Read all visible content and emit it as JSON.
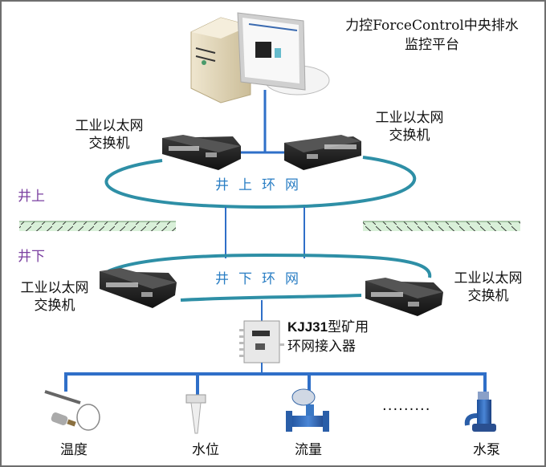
{
  "title": {
    "line1": "力控ForceControl中央排水",
    "line2": "监控平台"
  },
  "zones": {
    "above": "井上",
    "below": "井下"
  },
  "rings": {
    "upper": "井上环网",
    "lower": "井下环网"
  },
  "switches": [
    {
      "line1": "工业以太网",
      "line2": "交换机"
    },
    {
      "line1": "工业以太网",
      "line2": "交换机"
    },
    {
      "line1": "工业以太网",
      "line2": "交换机"
    },
    {
      "line1": "工业以太网",
      "line2": "交换机"
    }
  ],
  "accessor": {
    "model": "KJJ31",
    "line1_rest": "型矿用",
    "line2": "环网接入器"
  },
  "sensors": [
    {
      "label": "温度",
      "icon": "temperature-sensor-icon"
    },
    {
      "label": "水位",
      "icon": "water-level-sensor-icon"
    },
    {
      "label": "流量",
      "icon": "flow-meter-icon"
    },
    {
      "label": "水泵",
      "icon": "water-pump-icon"
    }
  ],
  "ellipsis": "·········",
  "colors": {
    "ring": "#2e8fa6",
    "link": "#2f6fc8",
    "zone_text": "#7a3fa0",
    "ring_text": "#2a7ec4",
    "ground_fill": "#d9f0d9"
  }
}
